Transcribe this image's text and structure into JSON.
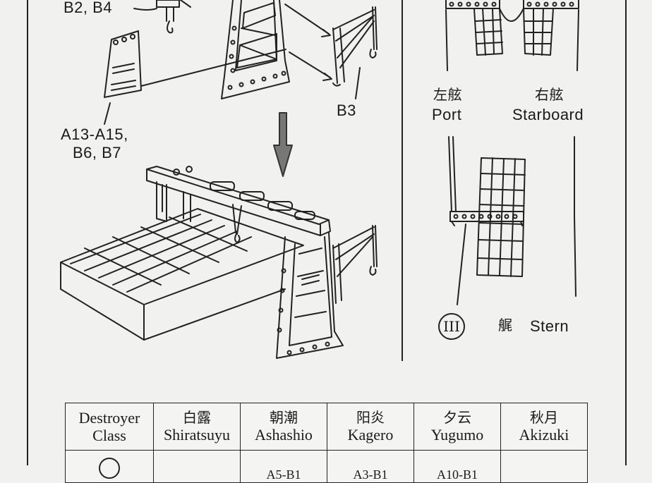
{
  "labels": {
    "b2_b4": "B2, B4",
    "a13_a15": "A13-A15,",
    "b6_b7": "B6, B7",
    "b3": "B3",
    "port_jp": "左舷",
    "port_en": "Port",
    "starboard_jp": "右舷",
    "starboard_en": "Starboard",
    "stern_numeral": "III",
    "stern_jp": "艉",
    "stern_en": "Stern"
  },
  "table": {
    "header_label": [
      "Destroyer",
      "Class"
    ],
    "classes": [
      {
        "jp": "白露",
        "en": "Shiratsuyu"
      },
      {
        "jp": "朝潮",
        "en": "Ashashio"
      },
      {
        "jp": "阳炎",
        "en": "Kagero"
      },
      {
        "jp": "夕云",
        "en": "Yugumo"
      },
      {
        "jp": "秋月",
        "en": "Akizuki"
      }
    ],
    "partial_row": [
      "",
      "",
      "A5-B1",
      "A3-B1",
      "A10-B1",
      ""
    ]
  }
}
